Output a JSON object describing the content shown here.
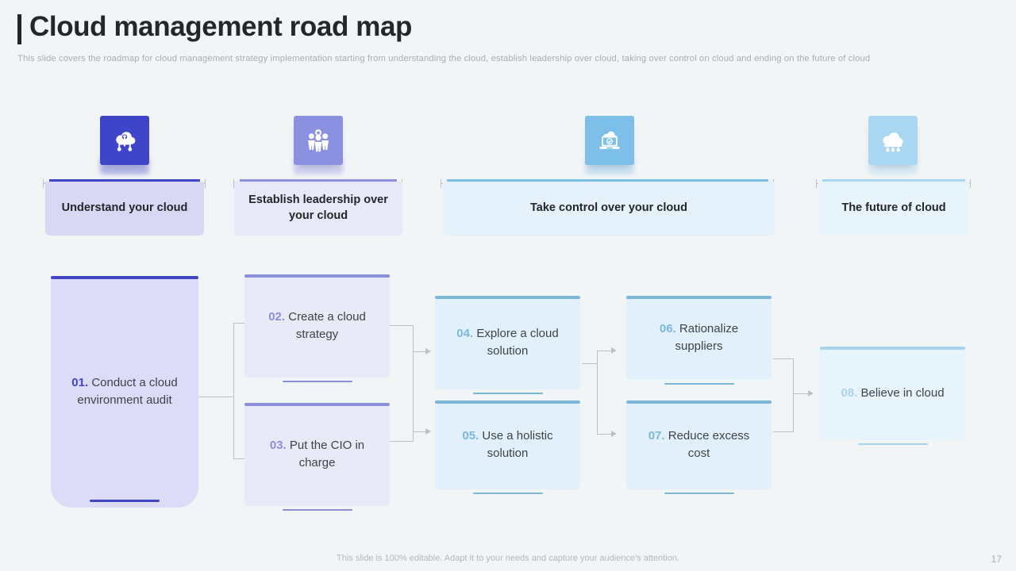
{
  "header": {
    "title": "Cloud management road map",
    "subtitle": "This slide covers  the roadmap  for cloud management  strategy implementation  starting from understanding  the cloud,  establish leadership over  cloud,  taking over  control  on cloud  and ending  on the future  of cloud"
  },
  "phases": [
    {
      "label": "Understand your cloud",
      "icon": "cloud-network-icon",
      "tile_color": "#3f45c8",
      "banner_color": "#d8d8f5",
      "line_color": "#3f45c8"
    },
    {
      "label": "Establish leadership over your cloud",
      "icon": "leadership-team-icon",
      "tile_color": "#8b90e0",
      "banner_color": "#e8e9f8",
      "line_color": "#8b90e0"
    },
    {
      "label": "Take control over your cloud",
      "icon": "laptop-cloud-check-icon",
      "tile_color": "#7cc0ea",
      "banner_color": "#e4f1fb",
      "line_color": "#7cc0ea"
    },
    {
      "label": "The future of cloud",
      "icon": "cloud-nodes-icon",
      "tile_color": "#a9d7f2",
      "banner_color": "#e8f4fc",
      "line_color": "#a9d7f2"
    }
  ],
  "steps": [
    {
      "num": "01.",
      "text": "Conduct a cloud environment audit",
      "bg": "#dcdcf8",
      "bar": "#4145c4",
      "num_color": "#4145c4",
      "underline": "#4145c4"
    },
    {
      "num": "02.",
      "text": "Create a cloud strategy",
      "bg": "#e8eaf8",
      "bar": "#8b90d8",
      "num_color": "#8b90d8",
      "underline": "#8b90d8"
    },
    {
      "num": "03.",
      "text": "Put the CIO in charge",
      "bg": "#e8eaf8",
      "bar": "#8b90d8",
      "num_color": "#8b90d8",
      "underline": "#8b90d8"
    },
    {
      "num": "04.",
      "text": "Explore a cloud solution",
      "bg": "#e2f0fb",
      "bar": "#7bb8d8",
      "num_color": "#7bb8d8",
      "underline": "#7bb8d8"
    },
    {
      "num": "05.",
      "text": "Use a holistic solution",
      "bg": "#e2f0fb",
      "bar": "#7bb8d8",
      "num_color": "#7bb8d8",
      "underline": "#7bb8d8"
    },
    {
      "num": "06.",
      "text": "Rationalize suppliers",
      "bg": "#e2f0fb",
      "bar": "#7bb8d8",
      "num_color": "#7bb8d8",
      "underline": "#7bb8d8"
    },
    {
      "num": "07.",
      "text": "Reduce excess cost",
      "bg": "#e2f0fb",
      "bar": "#7bb8d8",
      "num_color": "#7bb8d8",
      "underline": "#7bb8d8"
    },
    {
      "num": "08.",
      "text": "Believe in cloud",
      "bg": "#e8f4fc",
      "bar": "#a9d3ea",
      "num_color": "#a9d3ea",
      "underline": "#a9d3ea"
    }
  ],
  "footer": {
    "note": "This slide is 100% editable. Adapt it to your needs and capture your audience's attention.",
    "page_number": "17"
  }
}
